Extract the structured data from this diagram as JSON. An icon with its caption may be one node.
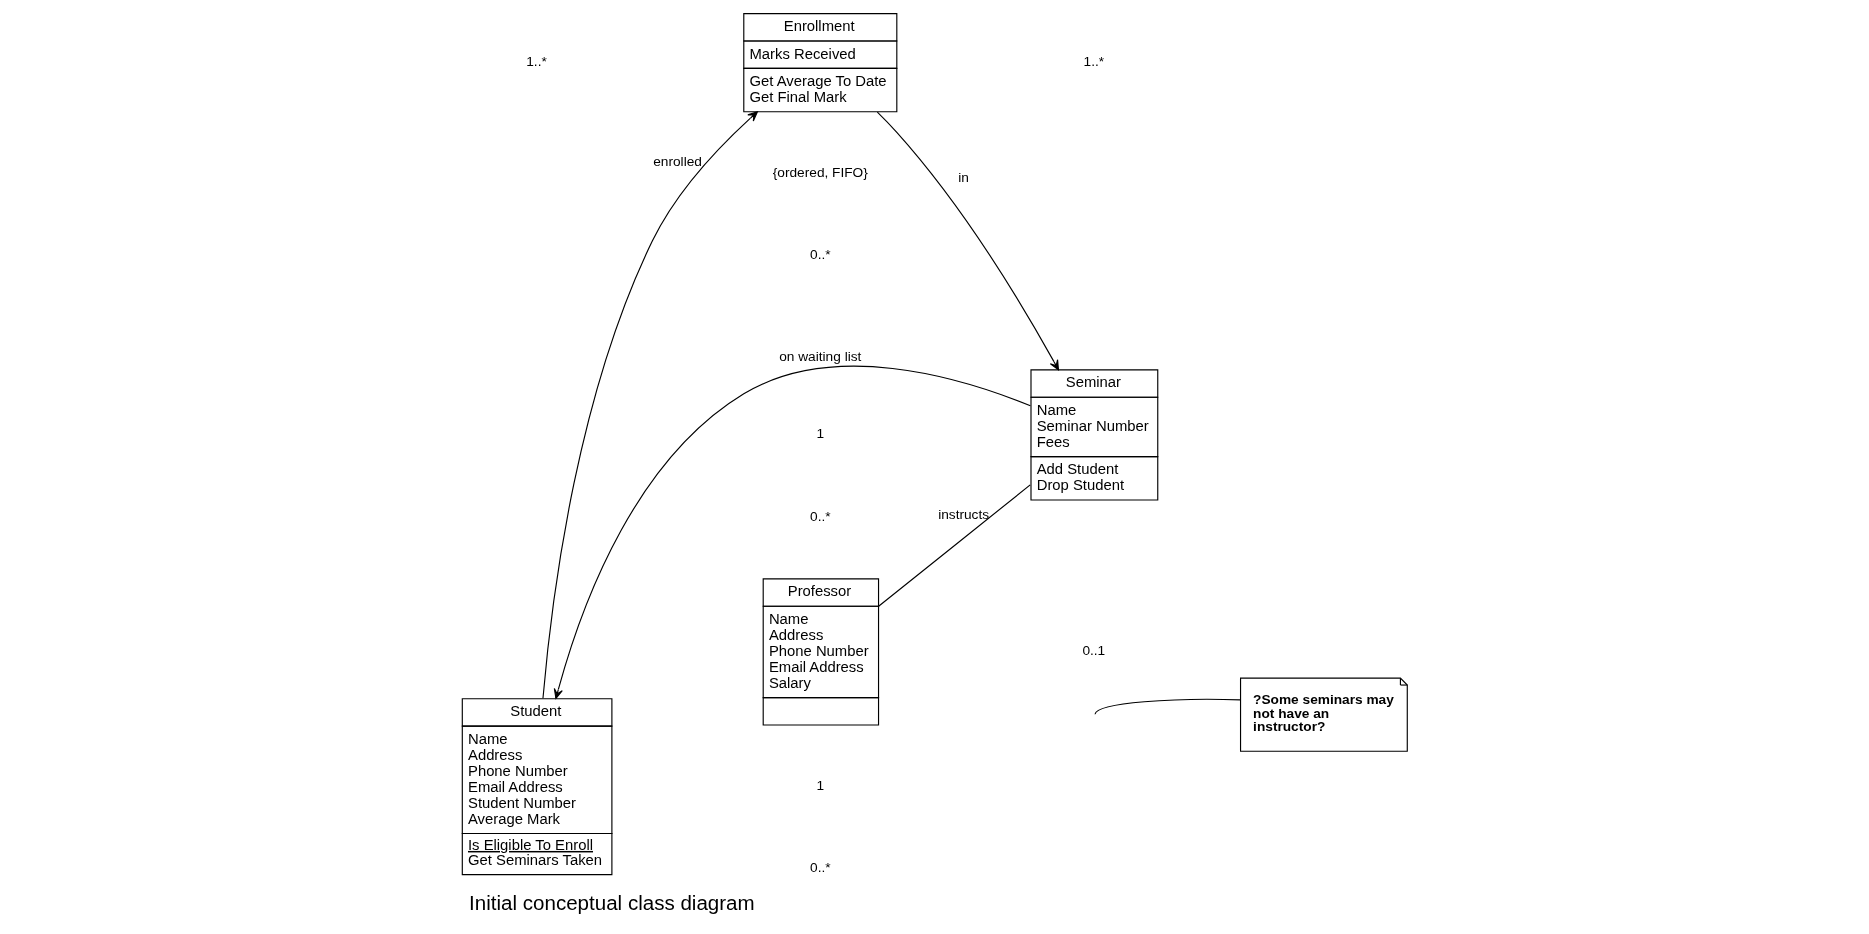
{
  "diagram": {
    "caption": "Initial conceptual class diagram",
    "nodes": [
      {
        "text": [
          "Student",
          "Name",
          "Address",
          "Phone Number",
          "Email Address",
          "Student Number",
          "Average Mark",
          "Is Eligible To Enroll",
          "Get Seminars Taken"
        ]
      },
      {
        "text": [
          "Enrollment",
          "Marks Received",
          "Get Average To Date",
          "Get Final Mark"
        ]
      },
      {
        "text": [
          "Seminar",
          "Name",
          "Seminar Number",
          "Fees",
          "Add Student",
          "Drop Student"
        ]
      },
      {
        "text": [
          "Professor",
          "Name",
          "Address",
          "Phone Number",
          "Email Address",
          "Salary"
        ]
      },
      {
        "text": [
          "?Some seminars may not have an instructor?"
        ]
      }
    ],
    "edges": [
      {
        "from": 0,
        "to": 1,
        "arrow": "to",
        "label": "enrolled"
      },
      {
        "from": 1,
        "to": 2,
        "arrow": "to",
        "label": "in"
      },
      {
        "from": 2,
        "to": 0,
        "arrow": "to",
        "label": "on waiting list"
      },
      {
        "from": 3,
        "to": 2,
        "arrow": "none",
        "label": "instructs"
      },
      {
        "from": 4,
        "to": null,
        "arrow": "none"
      }
    ],
    "labels": [
      "1",
      "1..*",
      "1..*",
      "1",
      "0..*",
      "{ordered, FIFO}",
      "0..*",
      "0..*",
      "0..1"
    ]
  }
}
